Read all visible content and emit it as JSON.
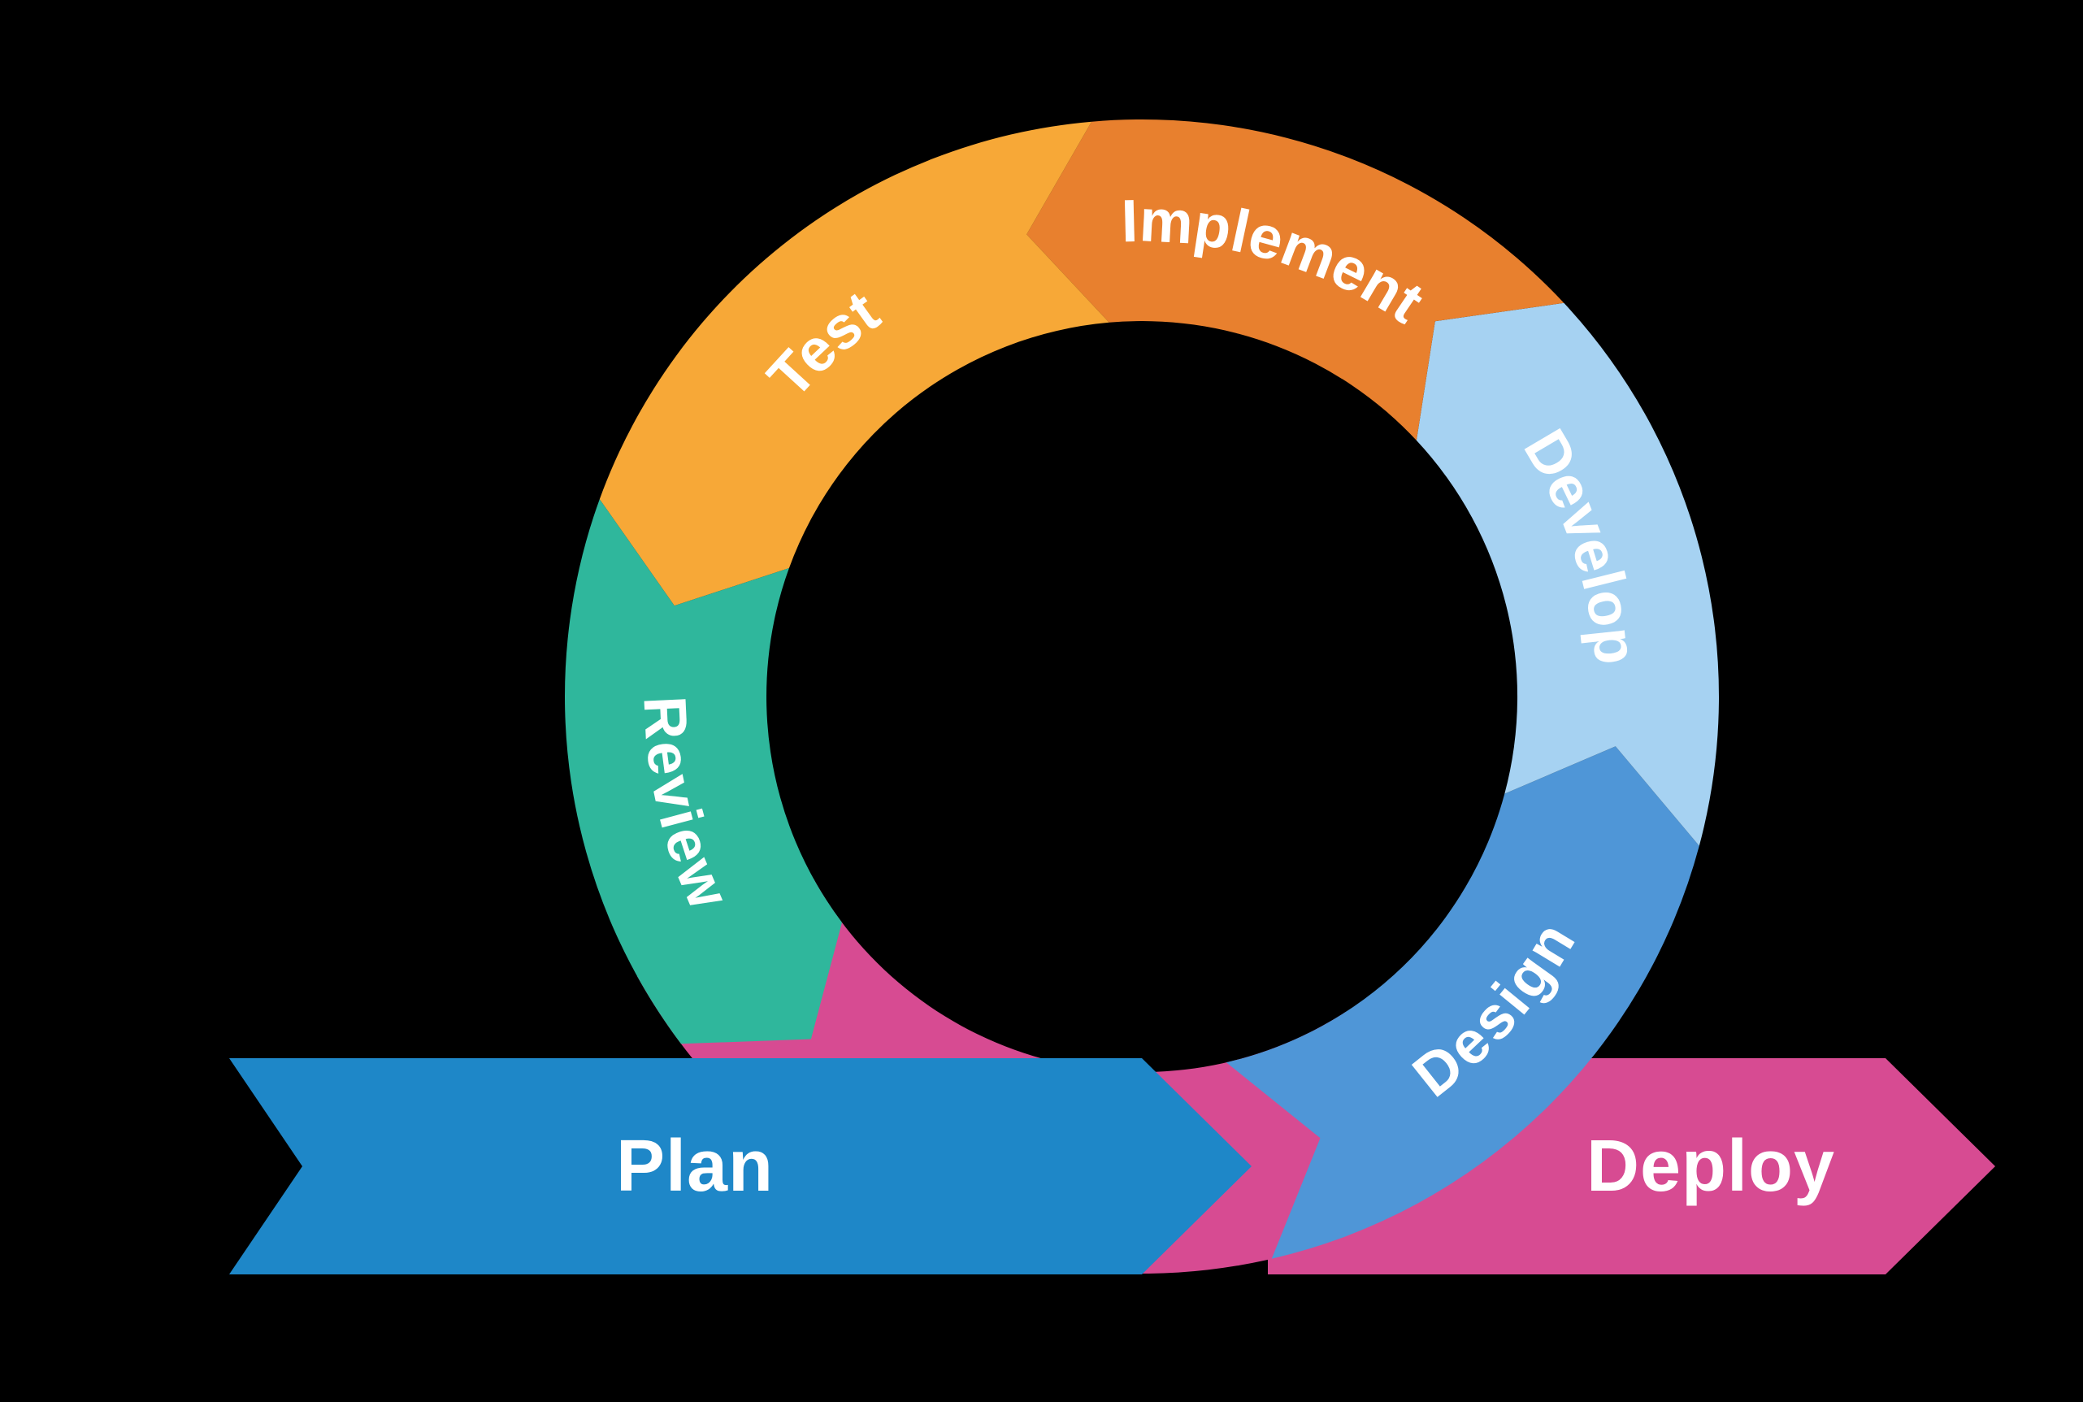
{
  "diagram": {
    "background": "#000000",
    "text_color": "#ffffff",
    "ring_segments": [
      {
        "id": "design",
        "label": "Design",
        "color": "#4f96d7",
        "start": 283,
        "end": 345,
        "text_flip": true
      },
      {
        "id": "develop",
        "label": "Develop",
        "color": "#a6d2f2",
        "start": 345,
        "end": 403,
        "text_flip": false
      },
      {
        "id": "implement",
        "label": "Implement",
        "color": "#e8802e",
        "start": 403,
        "end": 455,
        "text_flip": false
      },
      {
        "id": "test",
        "label": "Test",
        "color": "#f7a837",
        "start": 455,
        "end": 520,
        "text_flip": false
      },
      {
        "id": "review",
        "label": "Review",
        "color": "#2fb79c",
        "start": 520,
        "end": 577,
        "text_flip": true
      }
    ],
    "loop_tail": {
      "id": "deploy-tail",
      "color": "#d74b92",
      "start": 569,
      "end": 663
    },
    "plan_arrow": {
      "label": "Plan",
      "color": "#1e87c8"
    },
    "deploy_arrow": {
      "label": "Deploy",
      "color": "#d74b92"
    }
  }
}
